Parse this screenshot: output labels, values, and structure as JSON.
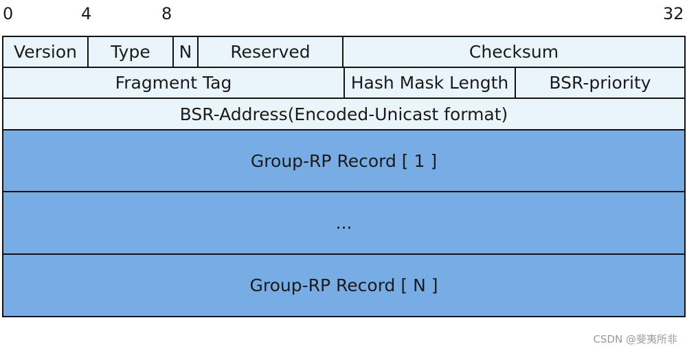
{
  "bit_labels": [
    "0",
    "4",
    "8",
    "32"
  ],
  "header": {
    "row1": {
      "version": "Version",
      "type": "Type",
      "n": "N",
      "reserved": "Reserved",
      "checksum": "Checksum"
    },
    "row2": {
      "fragment_tag": "Fragment Tag",
      "hash_mask_length": "Hash Mask Length",
      "bsr_priority": "BSR-priority"
    },
    "row3": {
      "bsr_address": "BSR-Address(Encoded-Unicast format)"
    }
  },
  "records": [
    "Group-RP Record [ 1 ]",
    "...",
    "Group-RP Record [ N ]"
  ],
  "colors": {
    "header_fill": "#e9f5fb",
    "record_fill": "#77ade4",
    "border": "#111111"
  },
  "watermark": "CSDN @斐夷所非"
}
